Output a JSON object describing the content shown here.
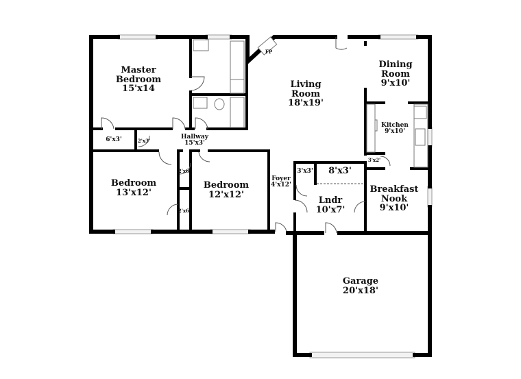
{
  "rooms": {
    "master_bedroom": {
      "name": "Master Bedroom",
      "size": "15'x14"
    },
    "living_room": {
      "name": "Living Room",
      "size": "18'x19'"
    },
    "dining_room": {
      "name": "Dining Room",
      "size": "9'x10'"
    },
    "kitchen": {
      "name": "Kitchen",
      "size": "9'x10'"
    },
    "hallway": {
      "name": "Hallway",
      "size": "15'x3'"
    },
    "bedroom_left": {
      "name": "Bedroom",
      "size": "13'x12'"
    },
    "bedroom_right": {
      "name": "Bedroom",
      "size": "12'x12'"
    },
    "foyer": {
      "name": "Foyer",
      "size": "4'x12'"
    },
    "laundry": {
      "name": "Lndr",
      "size": "10'x7'"
    },
    "breakfast_nook": {
      "name": "Breakfast Nook",
      "size": "9'x10'"
    },
    "garage": {
      "name": "Garage",
      "size": "20'x18'"
    }
  },
  "closets": {
    "c1": "6'x3'",
    "c2": "2'x3'",
    "c3": "2'x6'",
    "c4": "2'x6'",
    "c5": "3'x3'",
    "c6": "8'x3'",
    "c7": "3'x2'"
  },
  "fireplace": "FP"
}
